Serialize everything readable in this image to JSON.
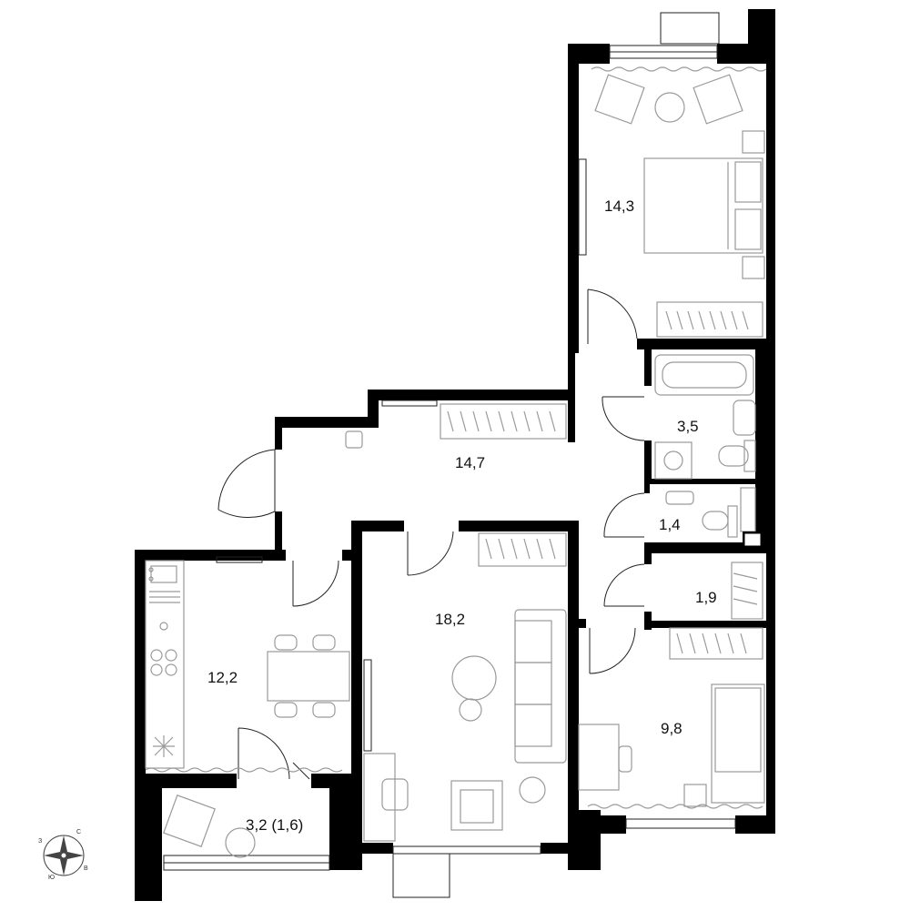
{
  "rooms": {
    "bedroom_north": {
      "area": "14,3"
    },
    "bathroom": {
      "area": "3,5"
    },
    "hallway": {
      "area": "14,7"
    },
    "wc": {
      "area": "1,4"
    },
    "storage": {
      "area": "1,9"
    },
    "living_room": {
      "area": "18,2"
    },
    "kitchen": {
      "area": "12,2"
    },
    "bedroom_south": {
      "area": "9,8"
    },
    "balcony": {
      "area": "3,2 (1,6)"
    }
  },
  "compass": {
    "north": "С",
    "east": "В",
    "south": "Ю",
    "west": "З"
  }
}
